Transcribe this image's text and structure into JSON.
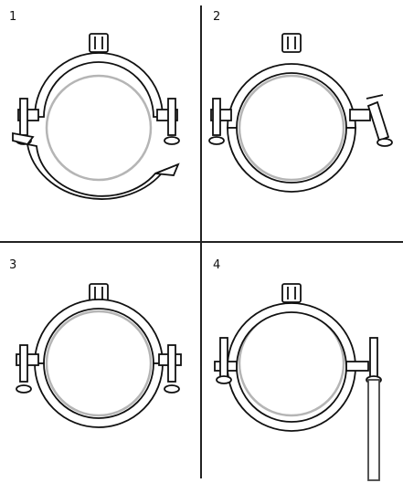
{
  "panels": [
    {
      "label": "1",
      "state": "open"
    },
    {
      "label": "2",
      "state": "screw-swung"
    },
    {
      "label": "3",
      "state": "closed"
    },
    {
      "label": "4",
      "state": "mounted"
    }
  ],
  "colors": {
    "line": "#111111",
    "pipe": "#b5b5b5",
    "rod": "#444444"
  }
}
